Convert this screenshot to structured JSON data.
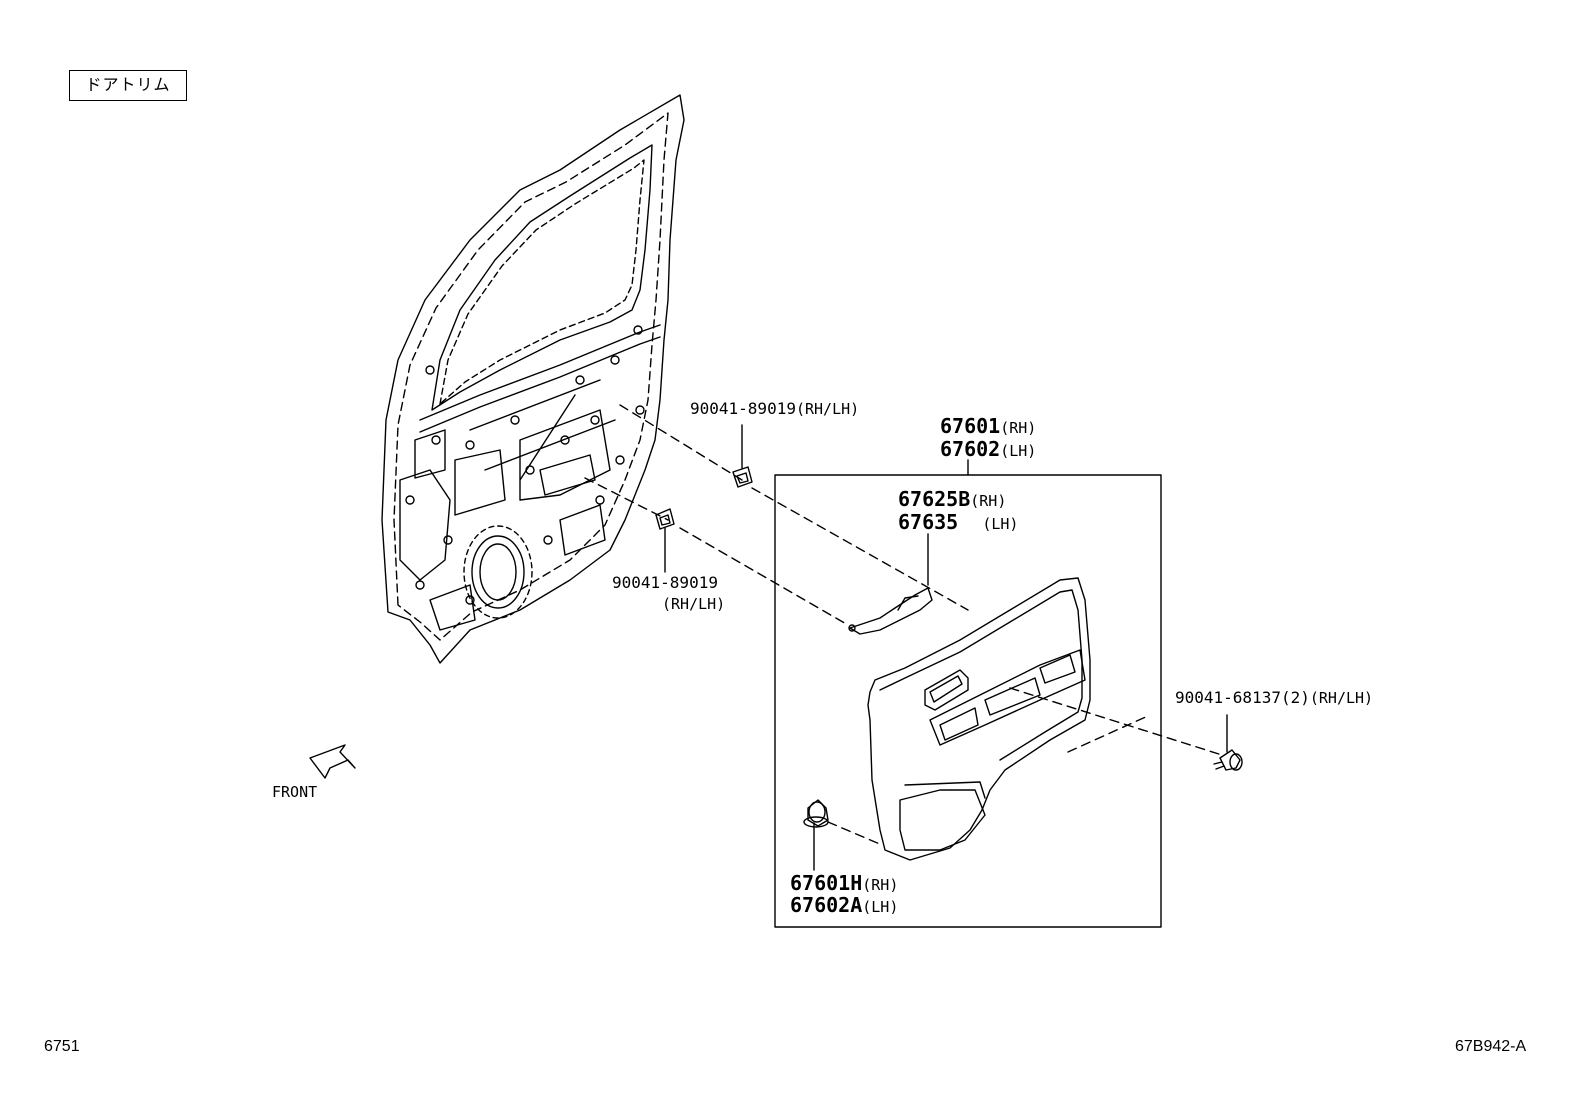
{
  "title": "ドアトリム",
  "direction_label": "FRONT",
  "footer": {
    "page_code": "6751",
    "diagram_code": "67B942-A"
  },
  "parts": [
    {
      "part_no": "90041-89019",
      "suffix": "(RH/LH)"
    },
    {
      "part_no": "90041-89019",
      "suffix": "(RH/LH)"
    },
    {
      "part_no": "67601",
      "suffix": "(RH)"
    },
    {
      "part_no": "67602",
      "suffix": "(LH)"
    },
    {
      "part_no": "67625B",
      "suffix": "(RH)"
    },
    {
      "part_no": "67635",
      "suffix": "(LH)"
    },
    {
      "part_no": "90041-68137",
      "qty": "(2)",
      "suffix": "(RH/LH)"
    },
    {
      "part_no": "67601H",
      "suffix": "(RH)"
    },
    {
      "part_no": "67602A",
      "suffix": "(LH)"
    }
  ]
}
